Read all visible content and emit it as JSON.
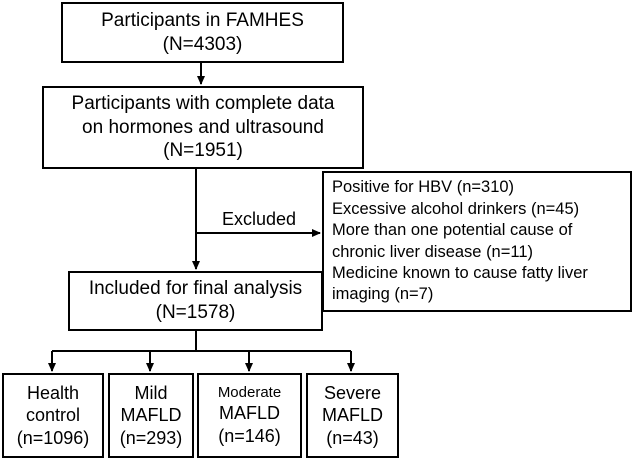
{
  "boxes": {
    "top": {
      "line1": "Participants in FAMHES",
      "line2": "(N=4303)"
    },
    "complete": {
      "line1": "Participants with complete data",
      "line2": "on hormones and ultrasound",
      "line3": "(N=1951)"
    },
    "excluded": {
      "items": [
        "Positive for HBV (n=310)",
        "Excessive alcohol drinkers (n=45)",
        "More than one potential cause of",
        "chronic liver disease (n=11)",
        "Medicine known to cause fatty liver",
        "imaging (n=7)"
      ]
    },
    "included": {
      "line1": "Included for final analysis",
      "line2": "(N=1578)"
    },
    "health": {
      "line1": "Health",
      "line2": "control",
      "line3": "(n=1096)"
    },
    "mild": {
      "line1": "Mild",
      "line2": "MAFLD",
      "line3": "(n=293)"
    },
    "moderate": {
      "line1": "Moderate",
      "line2": "MAFLD",
      "line3": "(n=146)"
    },
    "severe": {
      "line1": "Severe",
      "line2": "MAFLD",
      "line3": "(n=43)"
    }
  },
  "excluded_label": "Excluded"
}
